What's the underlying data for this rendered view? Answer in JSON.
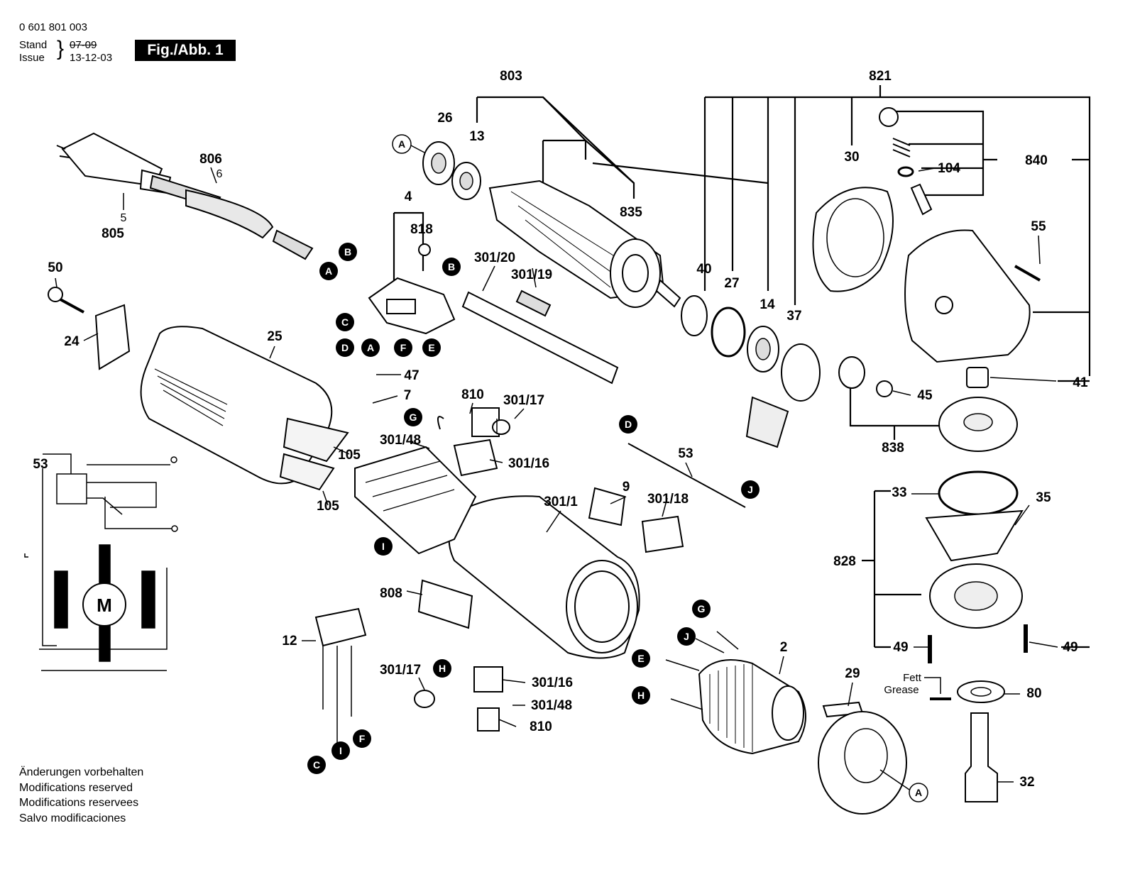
{
  "header": {
    "doc_number": "0 601 801 003",
    "stand_label": "Stand",
    "issue_label": "Issue",
    "old_date": "07-09",
    "date": "13-12-03",
    "figure_label": "Fig./Abb. 1"
  },
  "notes": [
    "Änderungen vorbehalten",
    "Modifications reserved",
    "Modifications reservees",
    "Salvo modificaciones"
  ],
  "part_numbers": {
    "p803": "803",
    "p821": "821",
    "p26": "26",
    "p13": "13",
    "p806": "806",
    "p6": "6",
    "p5": "5",
    "p805": "805",
    "p4": "4",
    "p818": "818",
    "p301_20": "301/20",
    "p301_19": "301/19",
    "p835": "835",
    "p30": "30",
    "p40": "40",
    "p27": "27",
    "p14": "14",
    "p37": "37",
    "p104": "104",
    "p840": "840",
    "p55": "55",
    "p50": "50",
    "p24": "24",
    "p25": "25",
    "p47": "47",
    "p7": "7",
    "p810": "810",
    "p301_17": "301/17",
    "p301_48": "301/48",
    "p301_16": "301/16",
    "p105a": "105",
    "p105b": "105",
    "p53a": "53",
    "p53b": "53",
    "p9": "9",
    "p301_18": "301/18",
    "p301_1": "301/1",
    "p41": "41",
    "p45": "45",
    "p838": "838",
    "p33": "33",
    "p35": "35",
    "p828": "828",
    "p49a": "49",
    "p49b": "49",
    "p808": "808",
    "p12": "12",
    "p2": "2",
    "p29": "29",
    "p80": "80",
    "p32": "32",
    "p301_17b": "301/17",
    "p301_16b": "301/16",
    "p301_48b": "301/48",
    "p810b": "810",
    "motor": "M"
  },
  "grease_label": {
    "de": "Fett",
    "en": "Grease"
  },
  "connectors": {
    "A": "A",
    "B": "B",
    "C": "C",
    "D": "D",
    "E": "E",
    "F": "F",
    "G": "G",
    "H": "H",
    "I": "I",
    "J": "J"
  }
}
